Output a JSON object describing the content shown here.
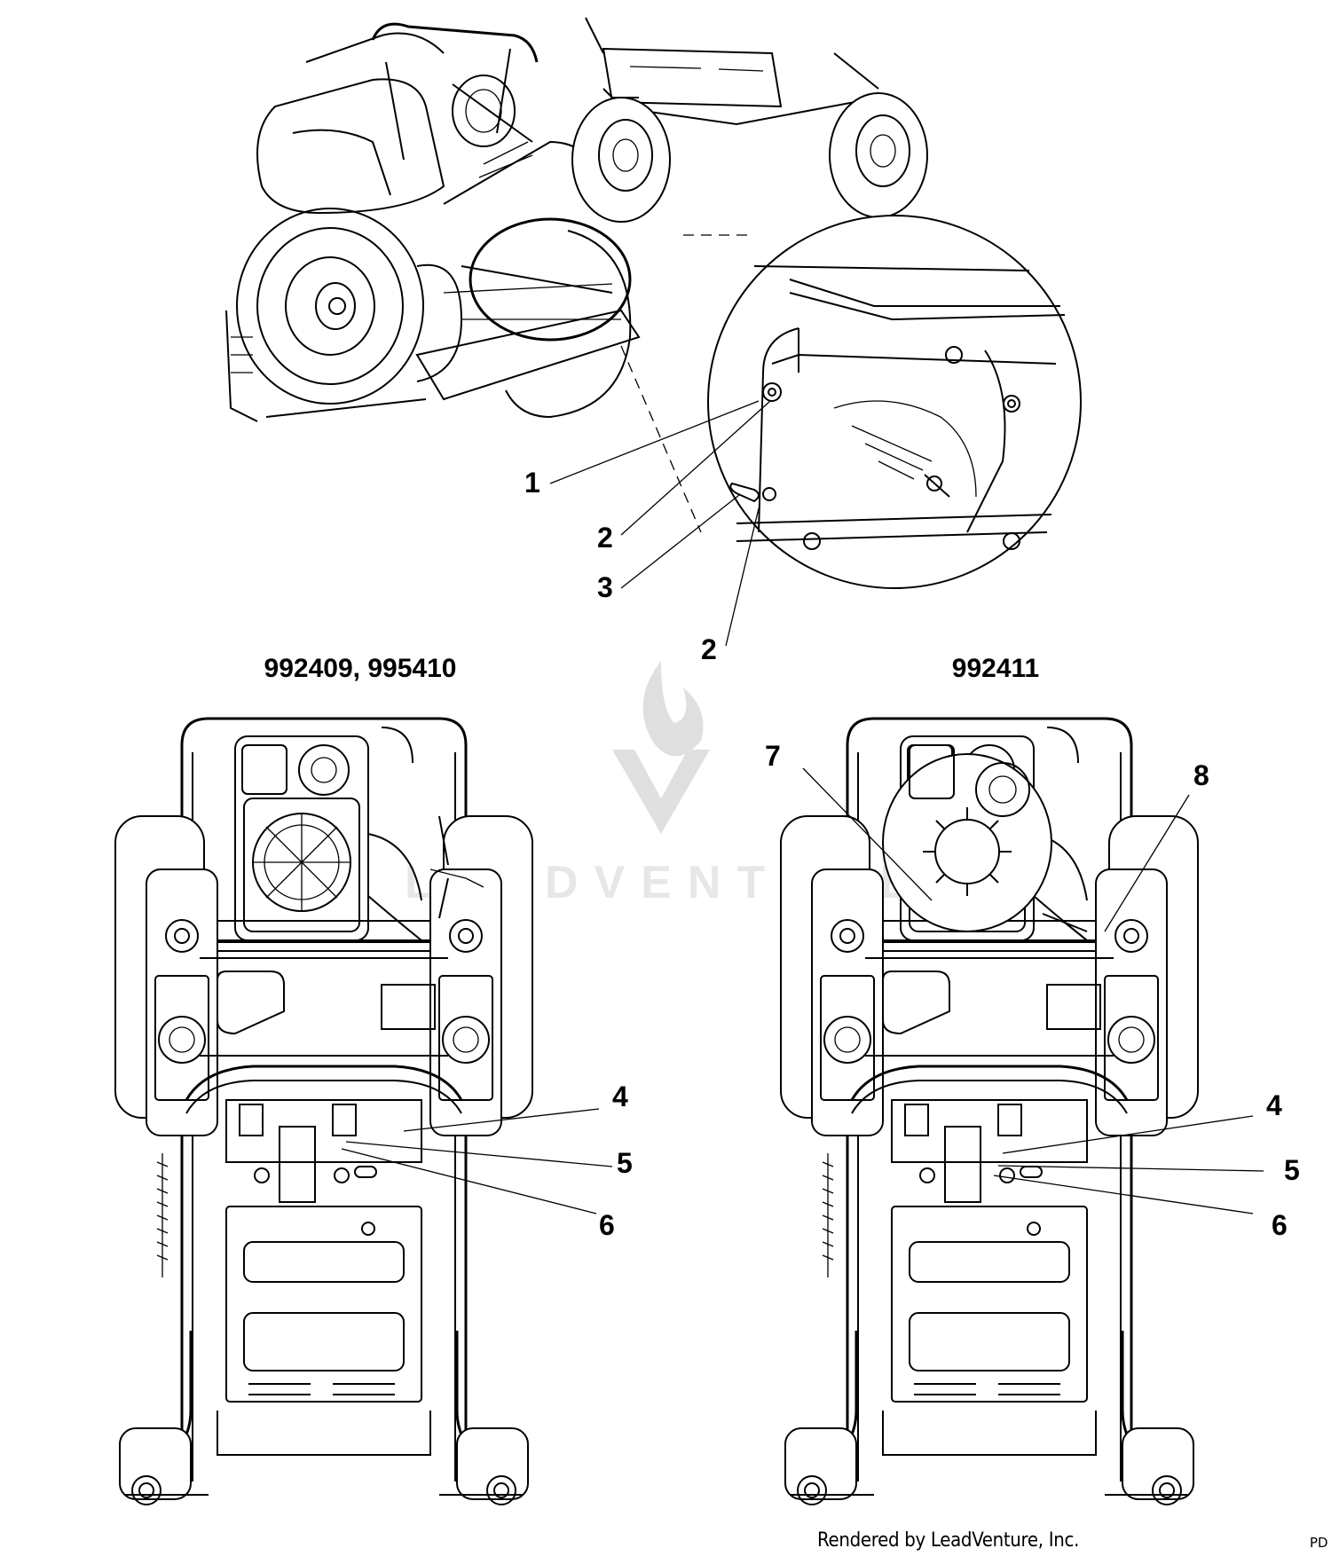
{
  "top_view": {
    "callouts": [
      {
        "id": "c1",
        "label": "1"
      },
      {
        "id": "c2a",
        "label": "2"
      },
      {
        "id": "c3",
        "label": "3"
      },
      {
        "id": "c2b",
        "label": "2"
      }
    ]
  },
  "left_view": {
    "title": "992409, 995410",
    "callouts": [
      {
        "id": "c4",
        "label": "4"
      },
      {
        "id": "c5",
        "label": "5"
      },
      {
        "id": "c6",
        "label": "6"
      }
    ]
  },
  "right_view": {
    "title": "992411",
    "callouts": [
      {
        "id": "c7",
        "label": "7"
      },
      {
        "id": "c8",
        "label": "8"
      },
      {
        "id": "c4",
        "label": "4"
      },
      {
        "id": "c5",
        "label": "5"
      },
      {
        "id": "c6",
        "label": "6"
      }
    ]
  },
  "watermark": {
    "text": "LEADVENTURE"
  },
  "footer": {
    "credit": "Rendered by LeadVenture, Inc.",
    "code": "PD"
  }
}
